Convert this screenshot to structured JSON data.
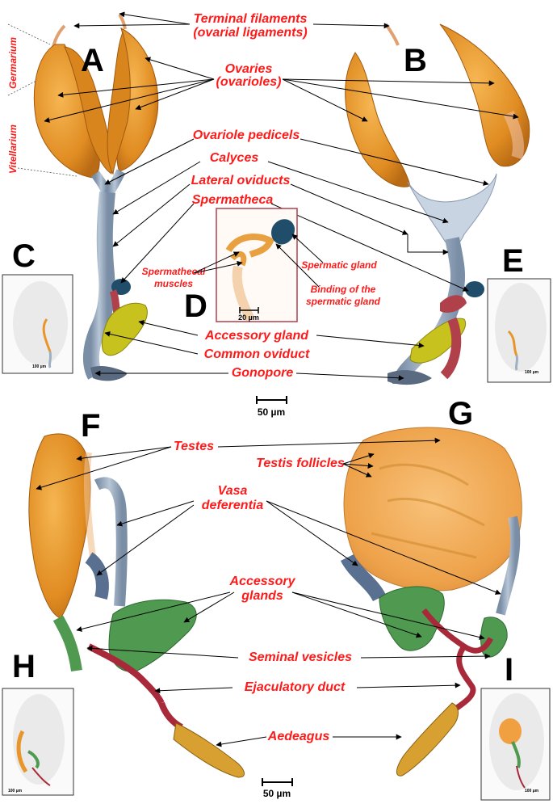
{
  "panels": {
    "A": "A",
    "B": "B",
    "C": "C",
    "D": "D",
    "E": "E",
    "F": "F",
    "G": "G",
    "H": "H",
    "I": "I"
  },
  "labels": {
    "terminal_filaments": "Terminal filaments",
    "ovarial_ligaments": "(ovarial ligaments)",
    "ovaries": "Ovaries",
    "ovarioles": "(ovarioles)",
    "germarium": "Germarium",
    "vitellarium": "Vitellarium",
    "ovariole_pedicels": "Ovariole pedicels",
    "calyces": "Calyces",
    "lateral_oviducts": "Lateral oviducts",
    "spermatheca": "Spermatheca",
    "spermathecal_muscles_1": "Spermathecal",
    "spermathecal_muscles_2": "muscles",
    "spermatic_gland": "Spermatic gland",
    "binding_1": "Binding of the",
    "binding_2": "spermatic gland",
    "accessory_gland": "Accessory gland",
    "common_oviduct": "Common oviduct",
    "gonopore": "Gonopore",
    "testes": "Testes",
    "testis_follicles": "Testis follicles",
    "vasa_1": "Vasa",
    "vasa_2": "deferentia",
    "accessory_glands_1": "Accessory",
    "accessory_glands_2": "glands",
    "seminal_vesicles": "Seminal vesicles",
    "ejaculatory_duct": "Ejaculatory duct",
    "aedeagus": "Aedeagus"
  },
  "scale_bars": {
    "main_top": "50 µm",
    "main_bottom": "50 µm",
    "inset_d": "20 µm",
    "inset_c": "100 µm",
    "inset_e": "100 µm",
    "inset_h": "100 µm",
    "inset_i": "100 µm"
  },
  "colors": {
    "label_red": "#ff1a1a",
    "ovary_orange": "#e8962a",
    "duct_blue": "#9fb0c4",
    "gland_yellow": "#c8c21e",
    "spermatheca_red": "#b0404a",
    "accessory_green": "#4f9a50",
    "testis_orange": "#f0a040",
    "seminal_red": "#a82a3a",
    "aedeagus_gold": "#d8a030"
  },
  "icons": {
    "ovary": "ovary-tissue-shape",
    "testis": "testis-tissue-shape"
  }
}
